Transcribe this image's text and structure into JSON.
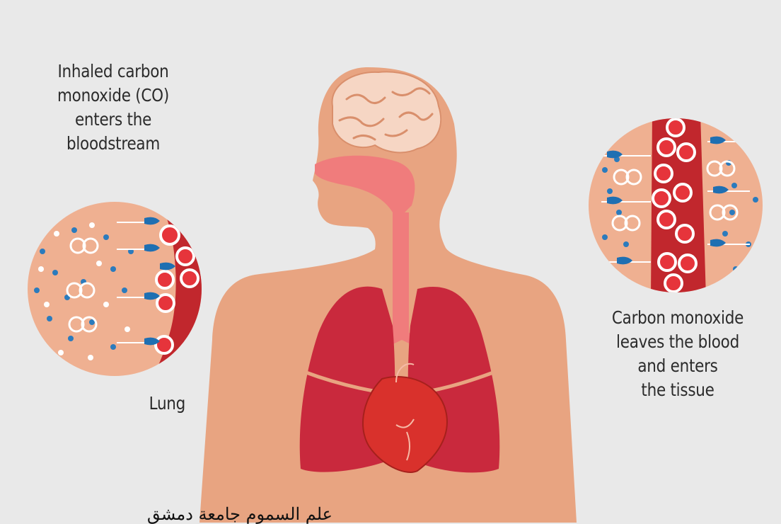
{
  "labels": {
    "inhaled": [
      "Inhaled carbon",
      "monoxide (CO)",
      "enters the",
      "bloodstream"
    ],
    "lung": "Lung",
    "leaves": [
      "Carbon monoxide",
      "leaves the blood",
      "and enters",
      "the tissue"
    ]
  },
  "footer_text": "علم السموم جامعة دمشق",
  "colors": {
    "background": "#e9e9e9",
    "skin": "#e8a481",
    "airway": "#f07c7c",
    "lung": "#c9293d",
    "heart": "#d9312c",
    "red_cell": "#c1272d",
    "co_dot": "#2b7bbd",
    "co_molecule": "#1f6fb2"
  }
}
